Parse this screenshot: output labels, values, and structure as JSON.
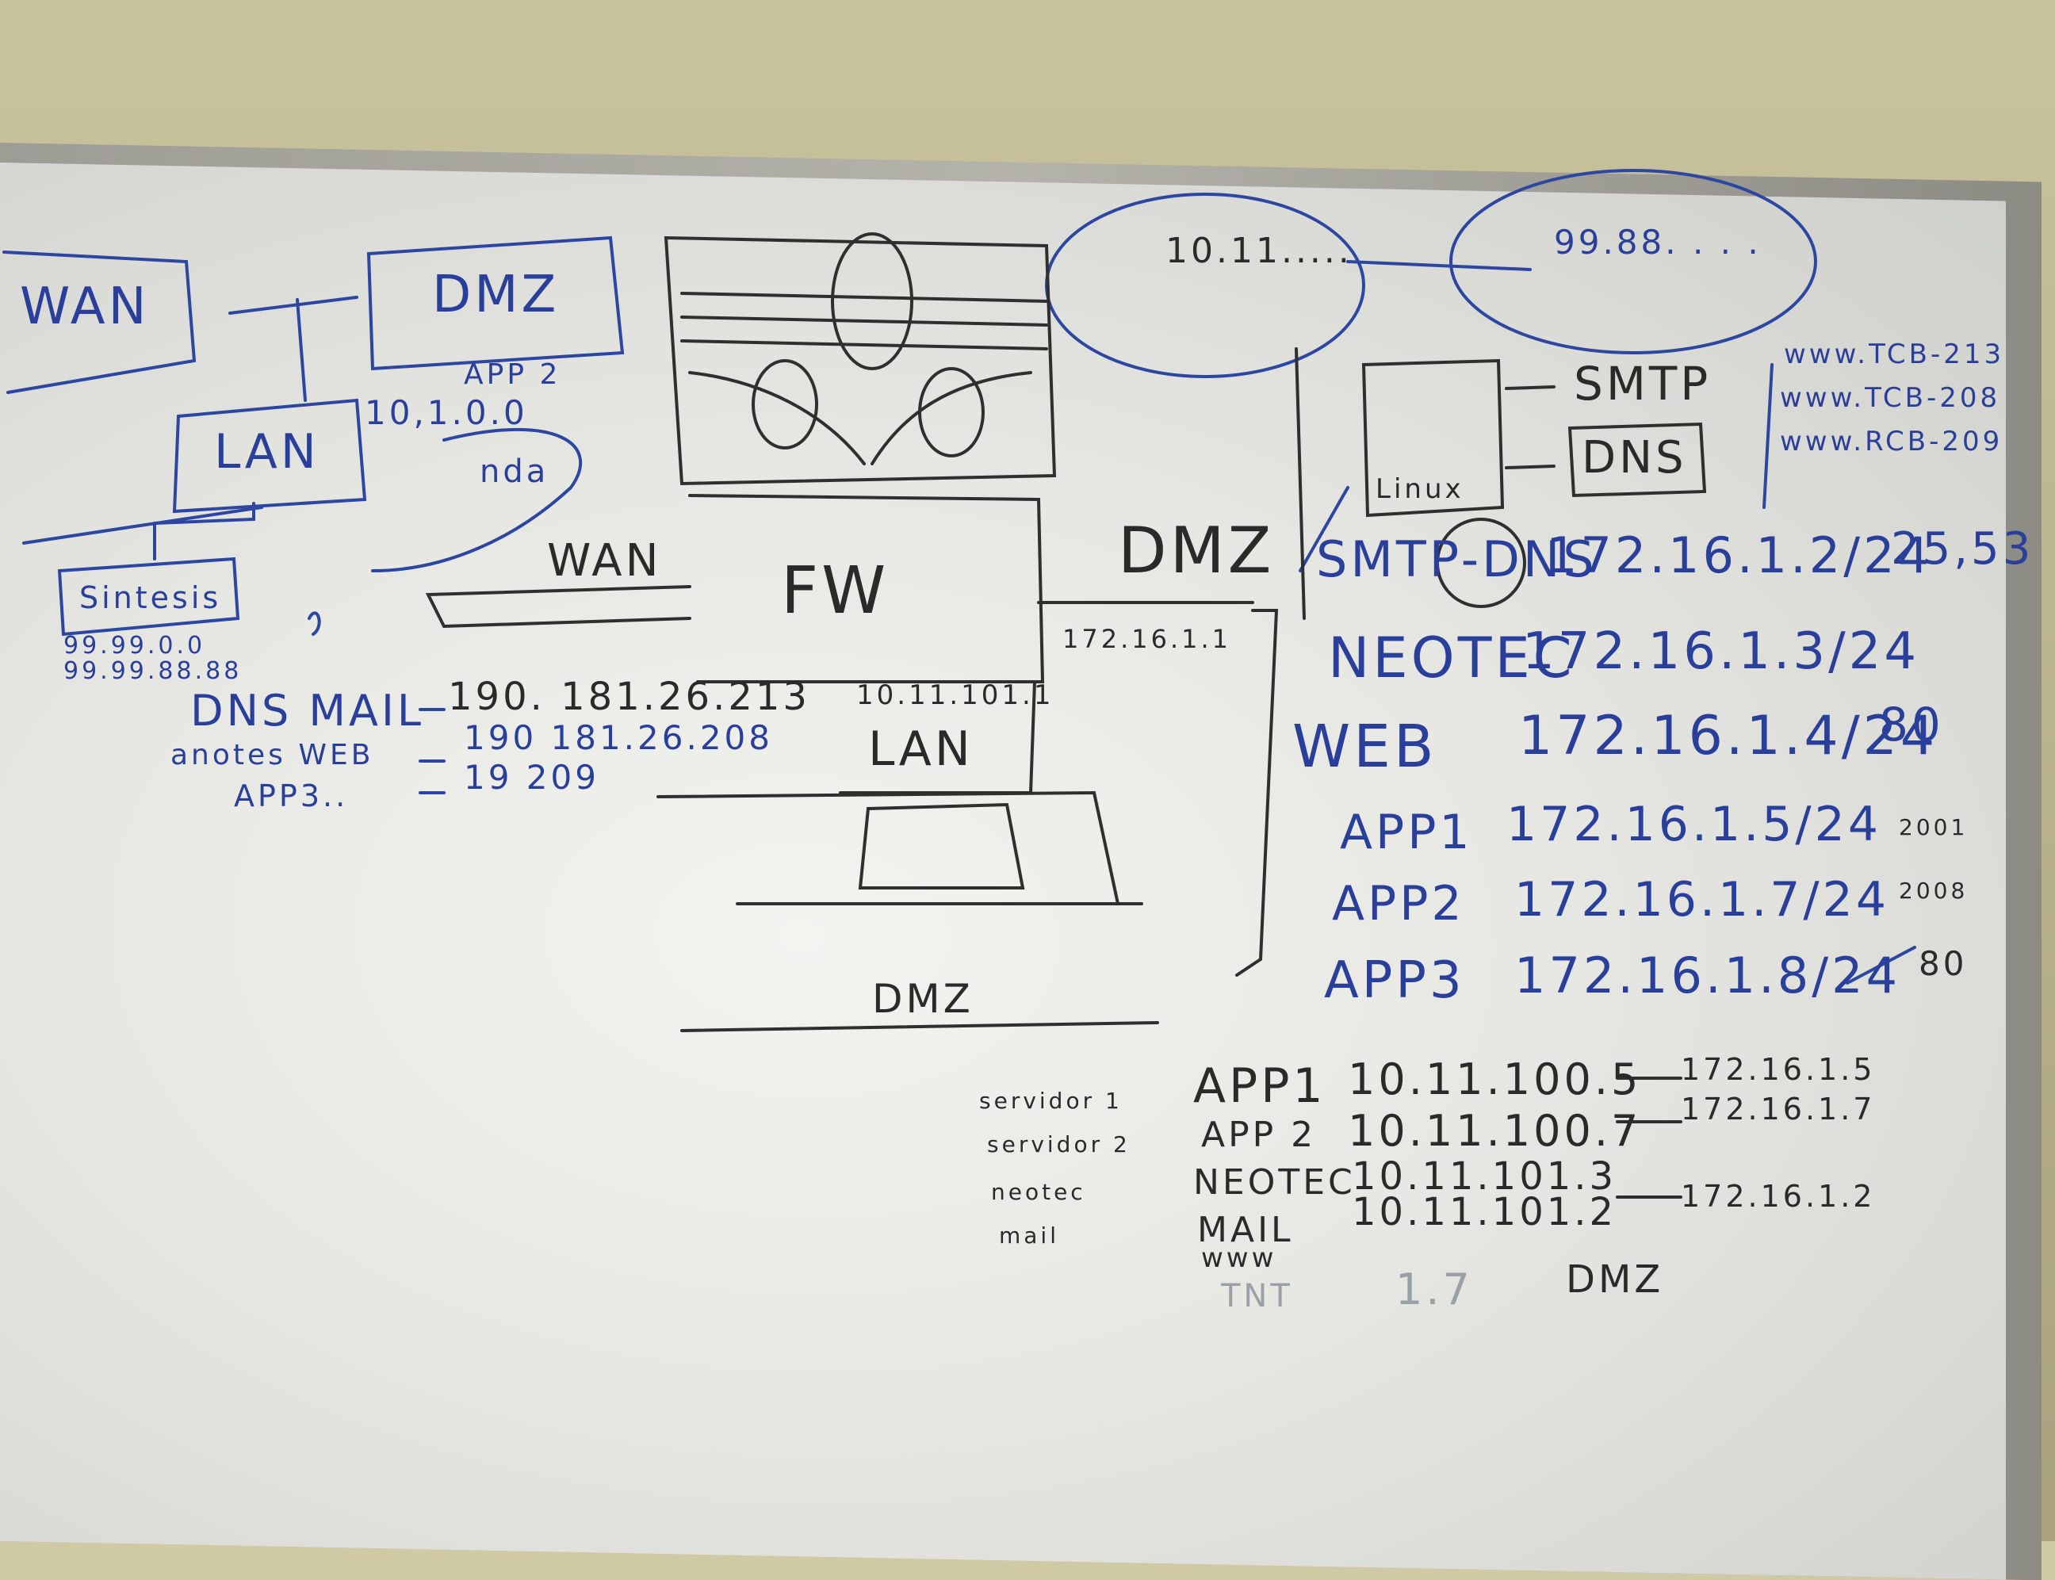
{
  "whiteboard": {
    "left_diagram": {
      "wan": "WAN",
      "dmz": "DMZ",
      "lan": "LAN",
      "app2": "APP 2",
      "ip_10_1": "10,1.0.0",
      "sintesis": "Sintesis",
      "net_a": "99.99.0.0",
      "net_b": "99.99.88.88",
      "wan_cloud": "WAN",
      "cloud_note": "nda"
    },
    "public_map": {
      "labels": [
        "DNS MAIL",
        "anotes WEB",
        "APP3.."
      ],
      "ips": [
        "190. 181.26.213",
        "190  181.26.208",
        "19             209"
      ]
    },
    "firewall": {
      "fw": "FW",
      "dmz": "DMZ",
      "dmz_ip": "172.16.1.1",
      "lan": "LAN",
      "lan_ip": "10.11.101.1",
      "bottom_dmz": "DMZ"
    },
    "networks": {
      "internal": "10.11.....",
      "external": "99.88. . . ."
    },
    "services": {
      "server_label": "Linux",
      "smtp": "SMTP",
      "dns": "DNS",
      "domains": [
        "www.TCB-213",
        "www.TCB-208",
        "www.RCB-209"
      ]
    },
    "dmz_hosts": [
      {
        "name": "SMTP-DNS",
        "ip": "172.16.1.2/24",
        "port": "25,53"
      },
      {
        "name": "NEOTEC",
        "ip": "172.16.1.3/24",
        "port": ""
      },
      {
        "name": "WEB",
        "ip": "172.16.1.4/24",
        "port": "80"
      },
      {
        "name": "APP1",
        "ip": "172.16.1.5/24",
        "port": "2001"
      },
      {
        "name": "APP2",
        "ip": "172.16.1.7/24",
        "port": "2008"
      },
      {
        "name": "APP3",
        "ip": "172.16.1.8/24",
        "port": "80"
      }
    ],
    "lan_map": {
      "roles": [
        "servidor 1",
        "servidor 2",
        "neotec",
        "mail"
      ],
      "rows": [
        {
          "name": "APP1",
          "lan_ip": "10.11.100.5",
          "dmz_ip": "172.16.1.5"
        },
        {
          "name": "APP 2",
          "lan_ip": "10.11.100.7",
          "dmz_ip": "172.16.1.7"
        },
        {
          "name": "NEOTEC",
          "lan_ip": "10.11.101.3",
          "dmz_ip": ""
        },
        {
          "name": "MAIL",
          "lan_ip": "10.11.101.2",
          "dmz_ip": "172.16.1.2"
        }
      ],
      "www": "www",
      "erased_left": "TNT",
      "erased_mid": "1.7",
      "last_dmz": "DMZ"
    }
  }
}
